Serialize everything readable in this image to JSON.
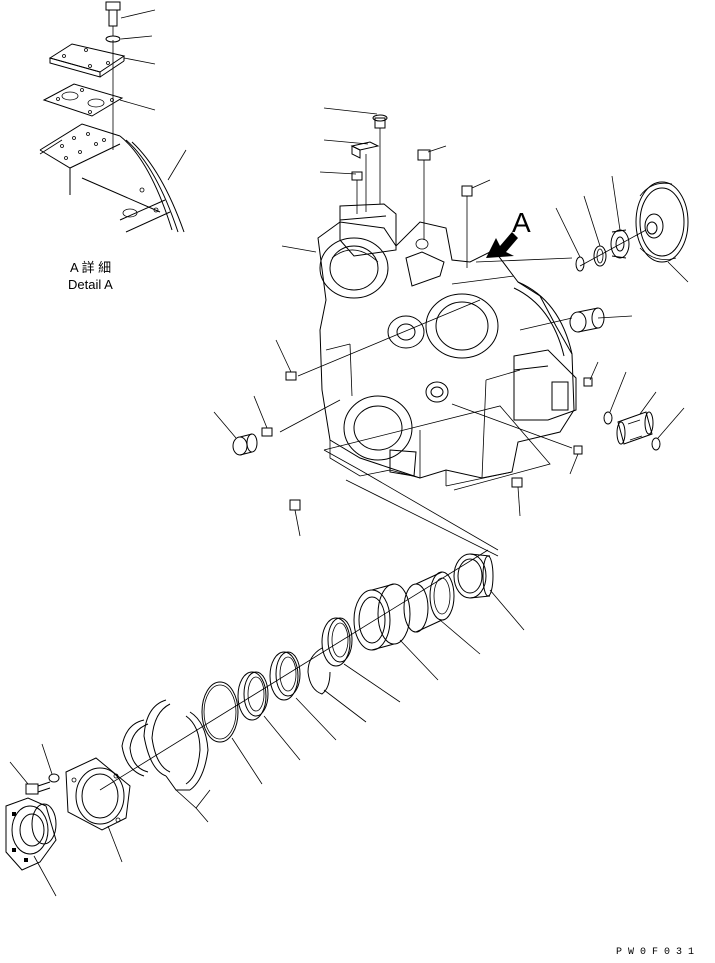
{
  "detail": {
    "title_jp": "A 詳 細",
    "title_en": "Detail A"
  },
  "view_marker": "A",
  "drawing_code": "P W 0 F 0 3 1"
}
